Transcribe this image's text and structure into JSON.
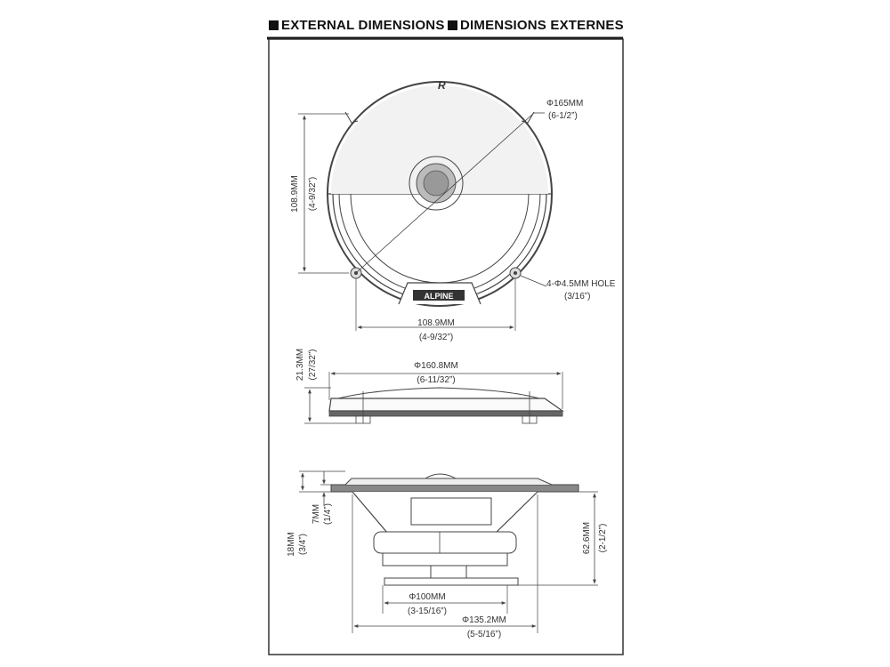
{
  "header": {
    "title_en": "EXTERNAL DIMENSIONS",
    "title_fr": "DIMENSIONS EXTERNES"
  },
  "front_view": {
    "diameter_mm": "Φ165MM",
    "diameter_in": "(6-1/2”)",
    "height_mm": "108.9MM",
    "height_in": "(4-9/32”)",
    "width_mm": "108.9MM",
    "width_in": "(4-9/32”)",
    "hole_mm": "4-Φ4.5MM HOLE",
    "hole_in": "(3/16”)",
    "logo_text": "ALPINE",
    "badge_text": "R"
  },
  "top_view": {
    "diameter_mm": "Φ160.8MM",
    "diameter_in": "(6-11/32”)",
    "height_mm": "21.3MM",
    "height_in": "(27/32”)"
  },
  "side_view": {
    "mount_depth_mm": "7MM",
    "mount_depth_in": "(1/4”)",
    "depth_mm": "18MM",
    "depth_in": "(3/4”)",
    "total_depth_mm": "62.6MM",
    "total_depth_in": "(2-1/2”)",
    "magnet_mm": "Φ100MM",
    "magnet_in": "(3-15/16”)",
    "basket_mm": "Φ135.2MM",
    "basket_in": "(5-5/16”)"
  },
  "colors": {
    "line": "#444444",
    "fill_dark": "#555555",
    "background": "#ffffff"
  }
}
